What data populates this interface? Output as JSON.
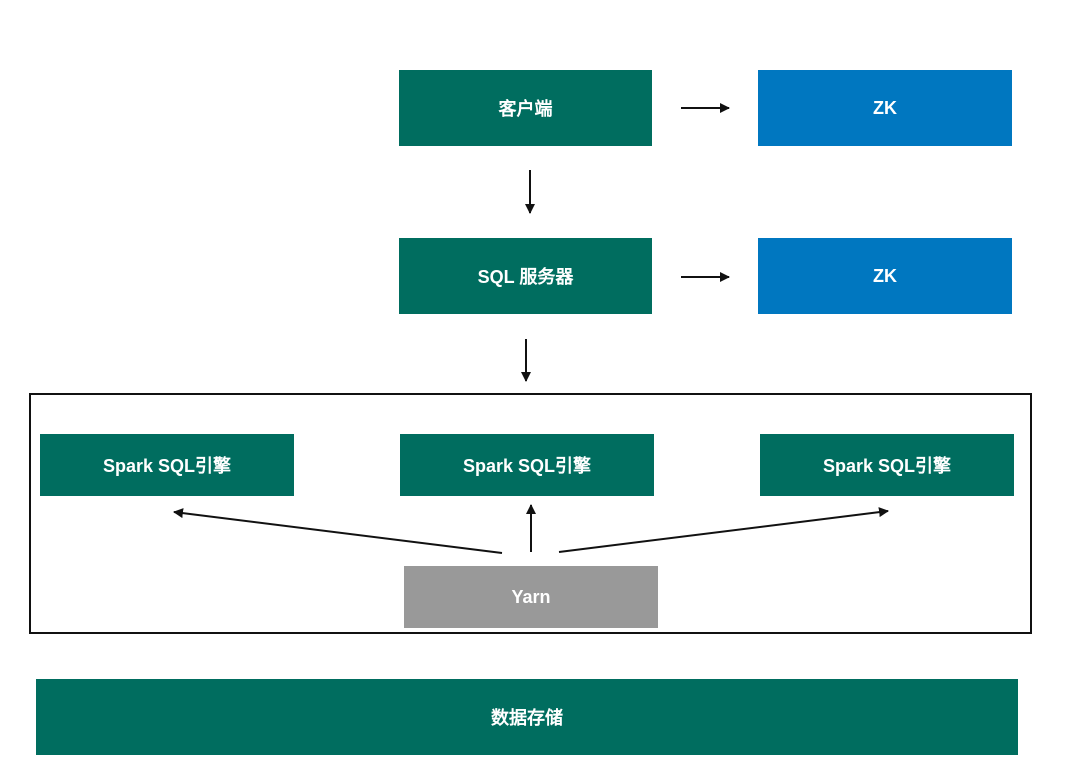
{
  "diagram": {
    "client": "客户端",
    "zk_top": "ZK",
    "sql_server": "SQL 服务器",
    "zk_mid": "ZK",
    "engines": [
      "Spark SQL引擎",
      "Spark SQL引擎",
      "Spark SQL引擎"
    ],
    "yarn": "Yarn",
    "storage": "数据存储"
  },
  "colors": {
    "primary_green": "#006d5f",
    "zk_blue": "#0077c0",
    "yarn_gray": "#999999"
  }
}
